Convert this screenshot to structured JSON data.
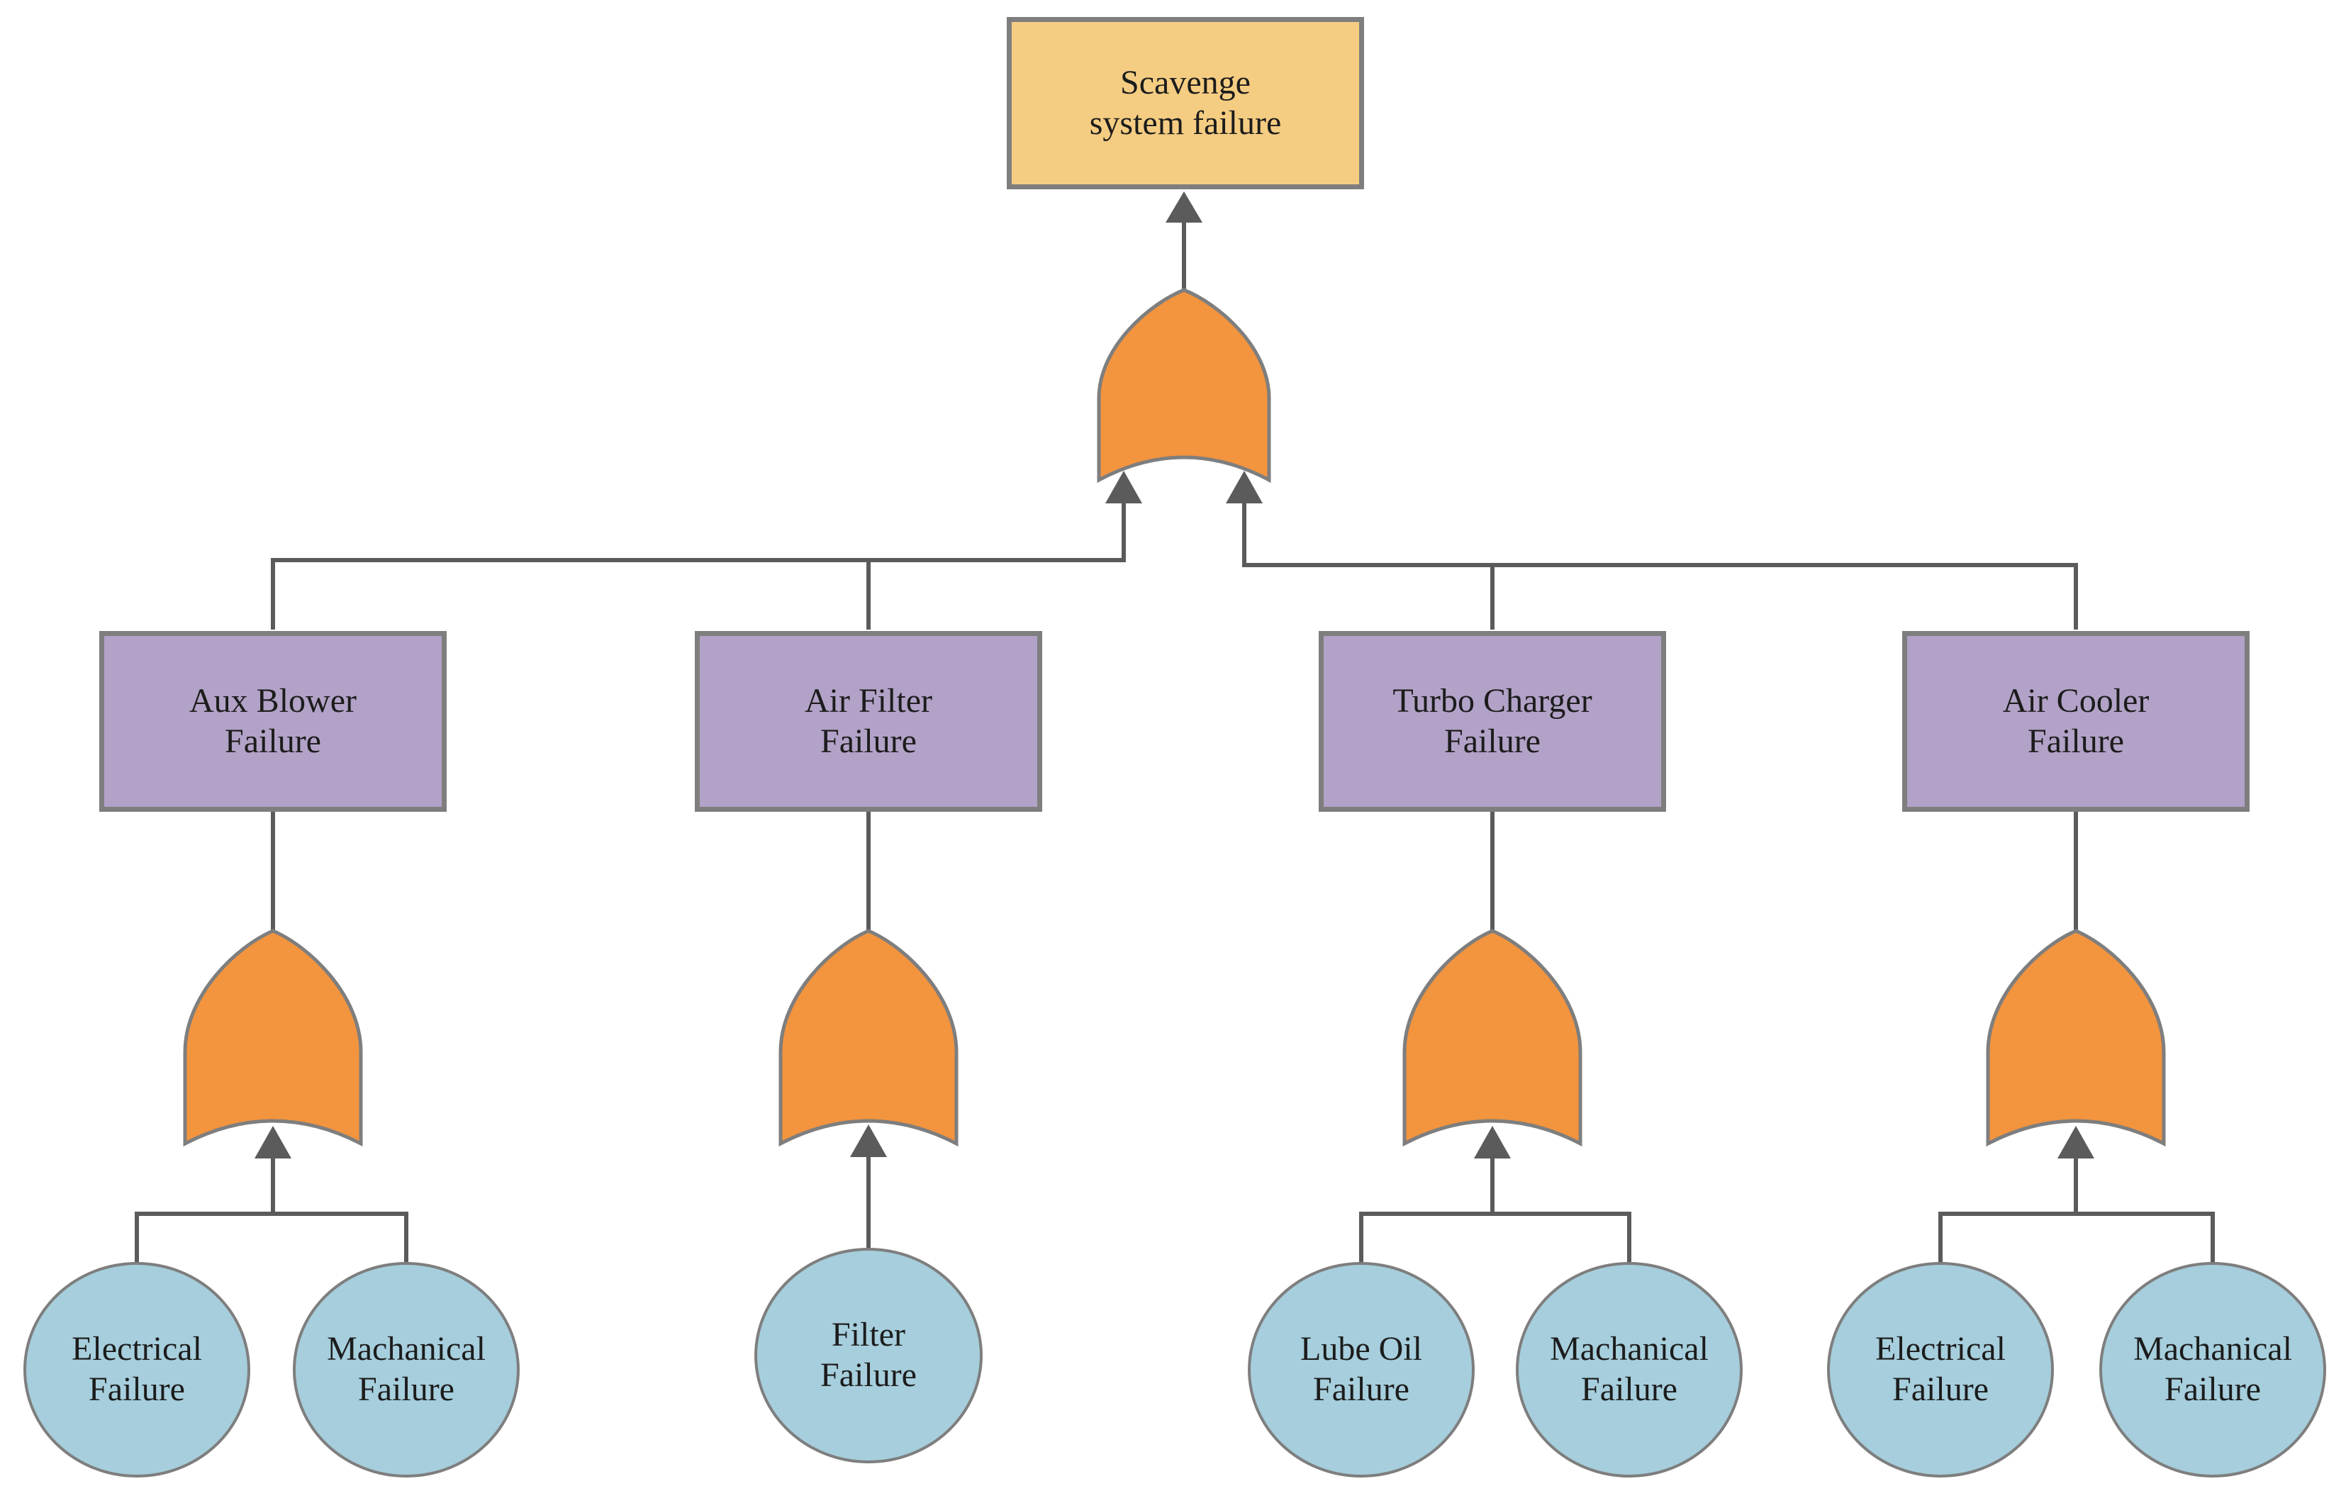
{
  "meta": {
    "diagram_type": "fault-tree",
    "colors": {
      "background": "#FFFFFF",
      "top_event_fill": "#F5CD82",
      "intermediate_fill": "#B2A2C7",
      "gate_fill": "#F3943E",
      "basic_fill": "#A6CEDC",
      "shape_border": "#7E7E7E",
      "line": "#5B5B5B",
      "text": "#1C1C1C"
    }
  },
  "top_event": {
    "label": "Scavenge\nsystem failure"
  },
  "gates": {
    "main": {
      "type": "OR"
    },
    "aux_blower": {
      "type": "OR"
    },
    "air_filter": {
      "type": "OR"
    },
    "turbo_charger": {
      "type": "OR"
    },
    "air_cooler": {
      "type": "OR"
    }
  },
  "intermediate_events": [
    {
      "label": "Aux Blower\nFailure"
    },
    {
      "label": "Air Filter\nFailure"
    },
    {
      "label": "Turbo Charger\nFailure"
    },
    {
      "label": "Air Cooler\nFailure"
    }
  ],
  "basic_events": [
    {
      "label": "Electrical\nFailure"
    },
    {
      "label": "Machanical\nFailure"
    },
    {
      "label": "Filter\nFailure"
    },
    {
      "label": "Lube Oil\nFailure"
    },
    {
      "label": "Machanical\nFailure"
    },
    {
      "label": "Electrical\nFailure"
    },
    {
      "label": "Machanical\nFailure"
    }
  ]
}
